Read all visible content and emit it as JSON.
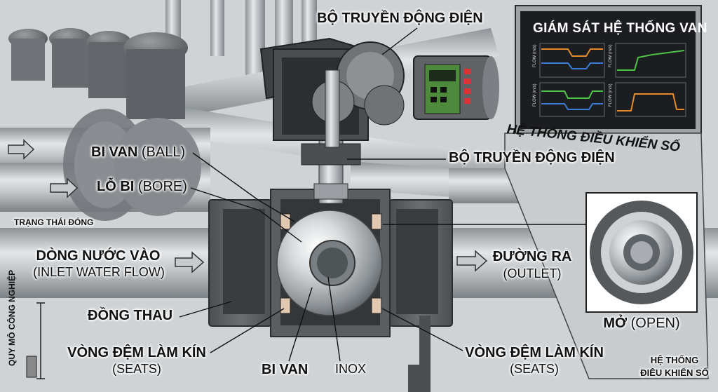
{
  "labels": {
    "actuator_top": "BỘ TRUYỀN ĐỘNG ĐIỆN",
    "actuator_right": "BỘ TRUYỀN ĐỘNG ĐIỆN",
    "ball_left": "BI VAN",
    "ball_left_en": "(BALL)",
    "bore": "LỖ BI",
    "bore_en": "(BORE)",
    "closed_state": "TRẠNG THÁI ĐÓNG",
    "inlet": "DÒNG NƯỚC VÀO",
    "inlet_en": "(INLET WATER FLOW)",
    "outlet": "ĐƯỜNG RA",
    "outlet_en": "(OUTLET)",
    "brass": "ĐỒNG THAU",
    "seat_left": "VÒNG ĐỆM LÀM KÍN",
    "seat_left_en": "(SEATS)",
    "seat_right": "VÒNG ĐỆM LÀM KÍN",
    "seat_right_en": "(SEATS)",
    "ball_bottom": "BI VAN",
    "stainless": "INOX",
    "open": "MỞ",
    "open_en": "(OPEN)",
    "system_line1": "HỆ THỐNG",
    "system_line2": "ĐIỀU KHIỂN SỐ",
    "industrial_scale": "QUY MÔ CÔNG NGHIỆP"
  },
  "monitor": {
    "title": "GIÁM SÁT HỆ THỐNG VAN",
    "console_label": "HỆ THỐNG ĐIỀU KHIỂN SỐ",
    "axis_label": "FLOW (m/s)"
  },
  "colors": {
    "steel": "#b9bec2",
    "cast_iron": "#55595c",
    "ball": "#d9dcde",
    "screen": "#1b1d20",
    "display_green": "#4e8a3c",
    "trace_orange": "#e38a2a",
    "trace_blue": "#3a7bd5",
    "trace_green": "#4fc24a"
  }
}
